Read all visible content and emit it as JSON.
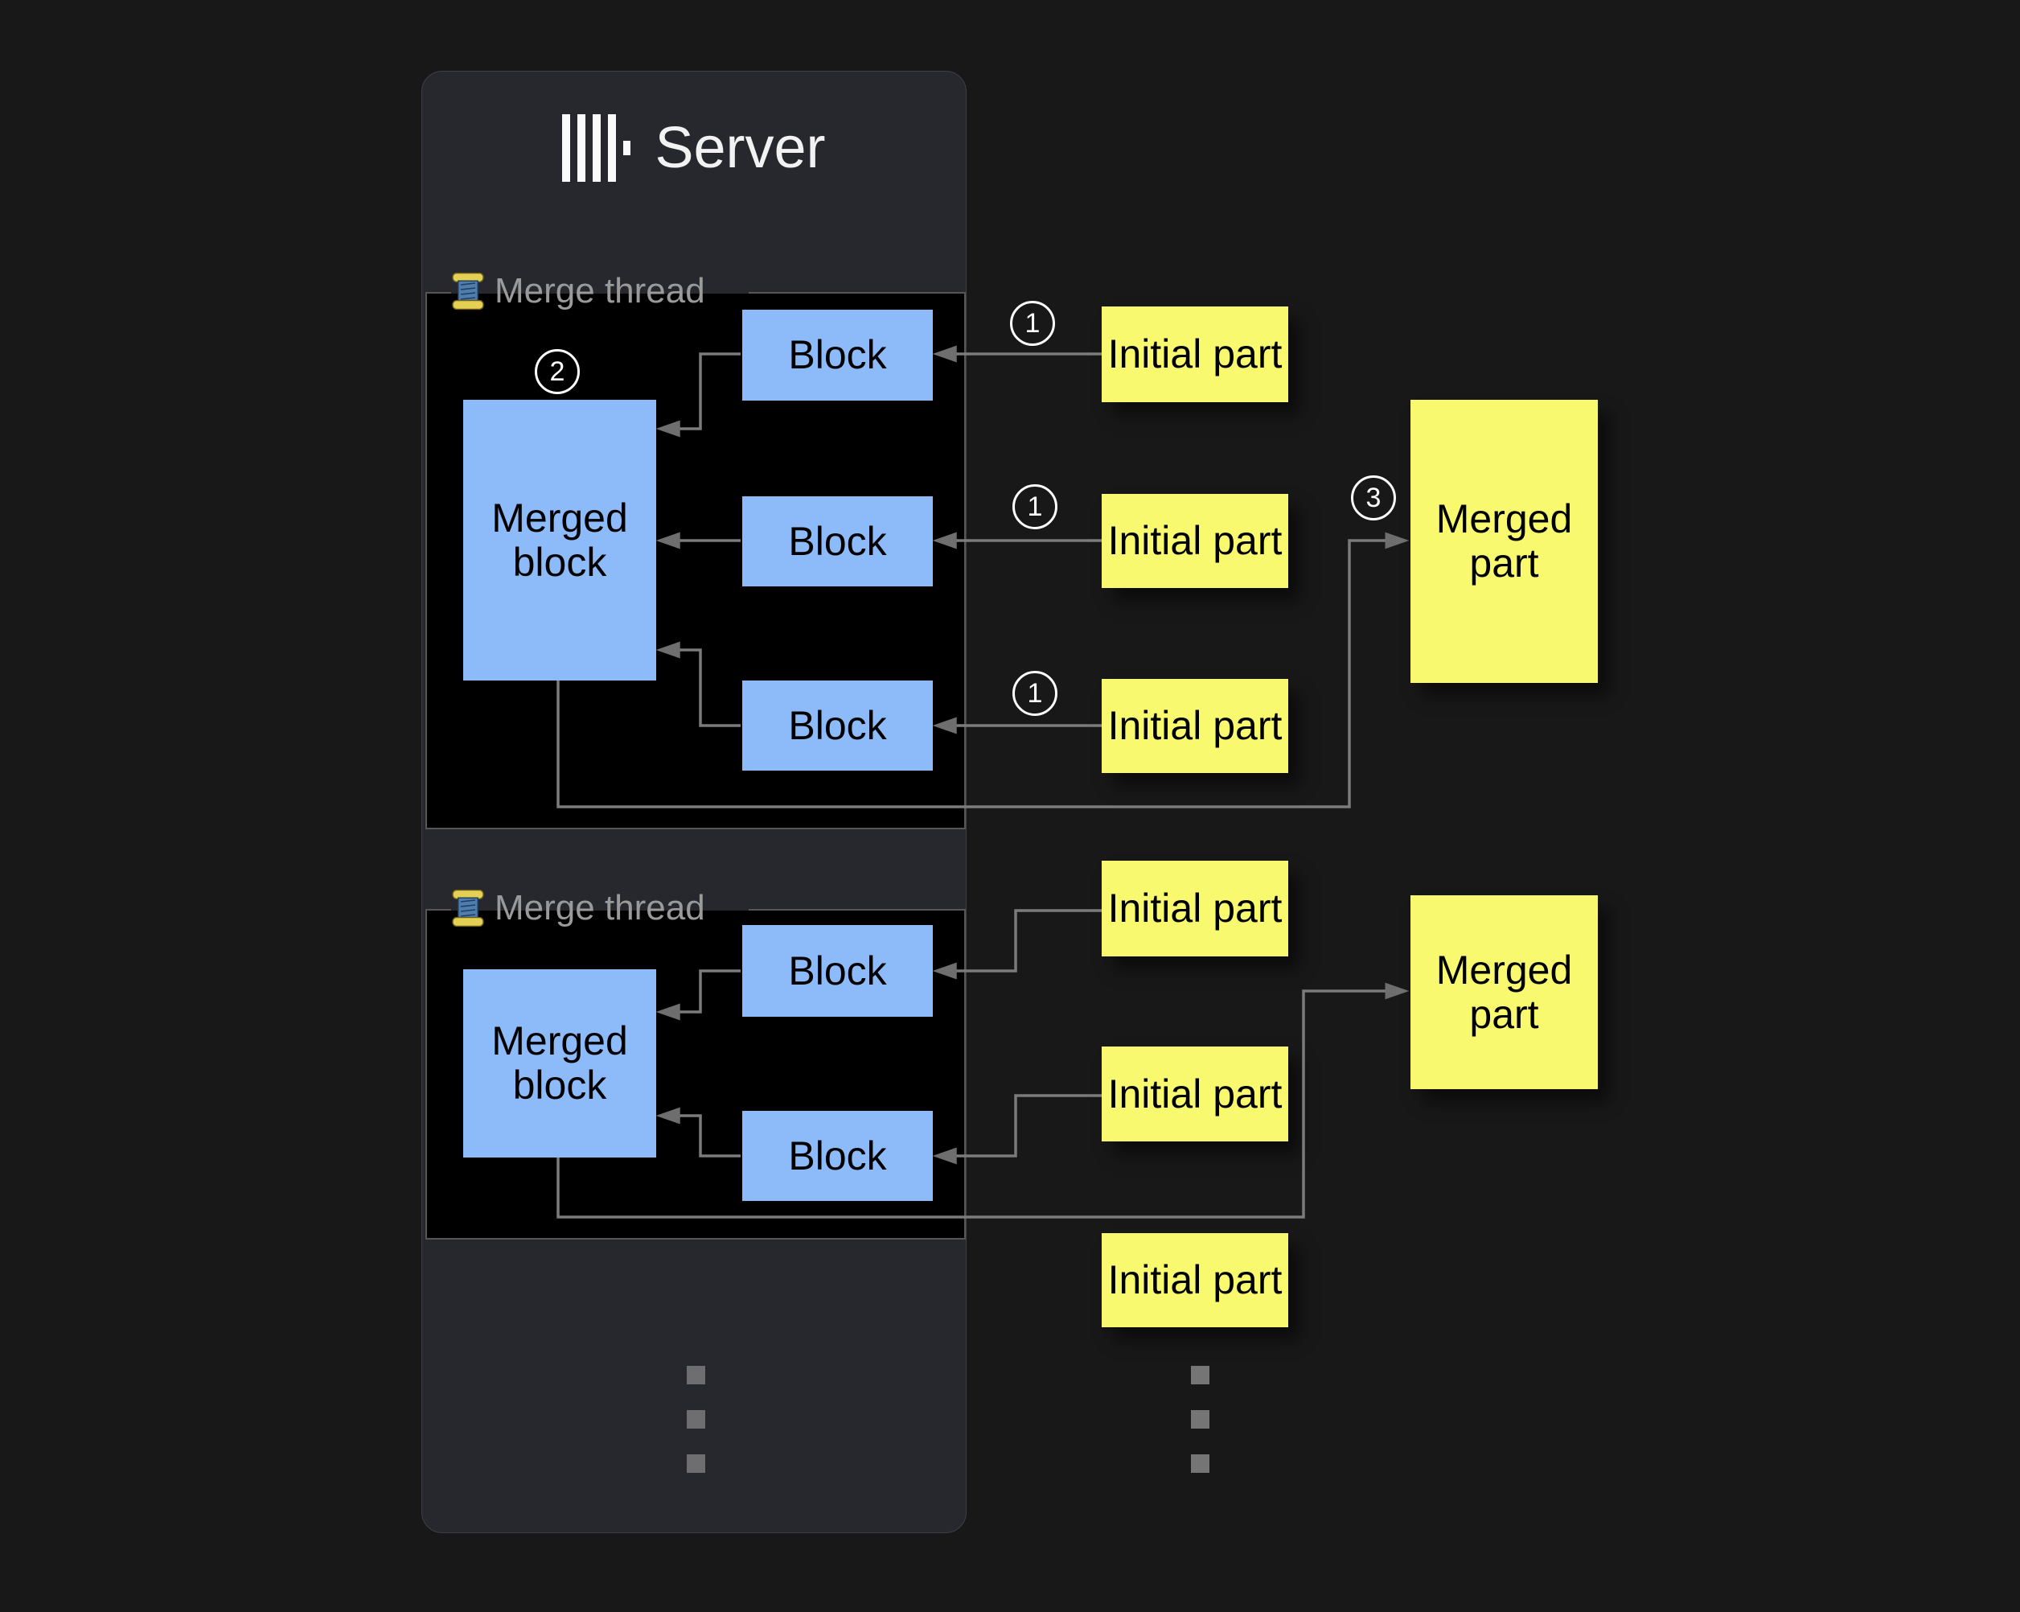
{
  "server": {
    "title": "Server"
  },
  "legend": {
    "label": "Merge thread"
  },
  "labels": {
    "block": "Block",
    "merged_block": "Merged block",
    "initial_part": "Initial part",
    "merged_part": "Merged part"
  },
  "steps": {
    "insert": "1",
    "merge_blocks": "2",
    "write_part": "3"
  },
  "icons": {
    "logo": "clickhouse-bars-icon",
    "thread": "thread-spool-icon",
    "ellipsis": "vertical-ellipsis-dots"
  },
  "colors": {
    "page_bg": "#181818",
    "server_panel_bg": "#26282E",
    "thread_panel_bg": "#000000",
    "panel_border": "#565656",
    "block_fill": "#8DBAF8",
    "part_fill": "#F8F96E",
    "connector": "#7B7B7B",
    "arrowhead": "#6E6E6E",
    "legend_text": "#9A9A9A",
    "title_text": "#F2F2F2",
    "box_text": "#000000"
  }
}
